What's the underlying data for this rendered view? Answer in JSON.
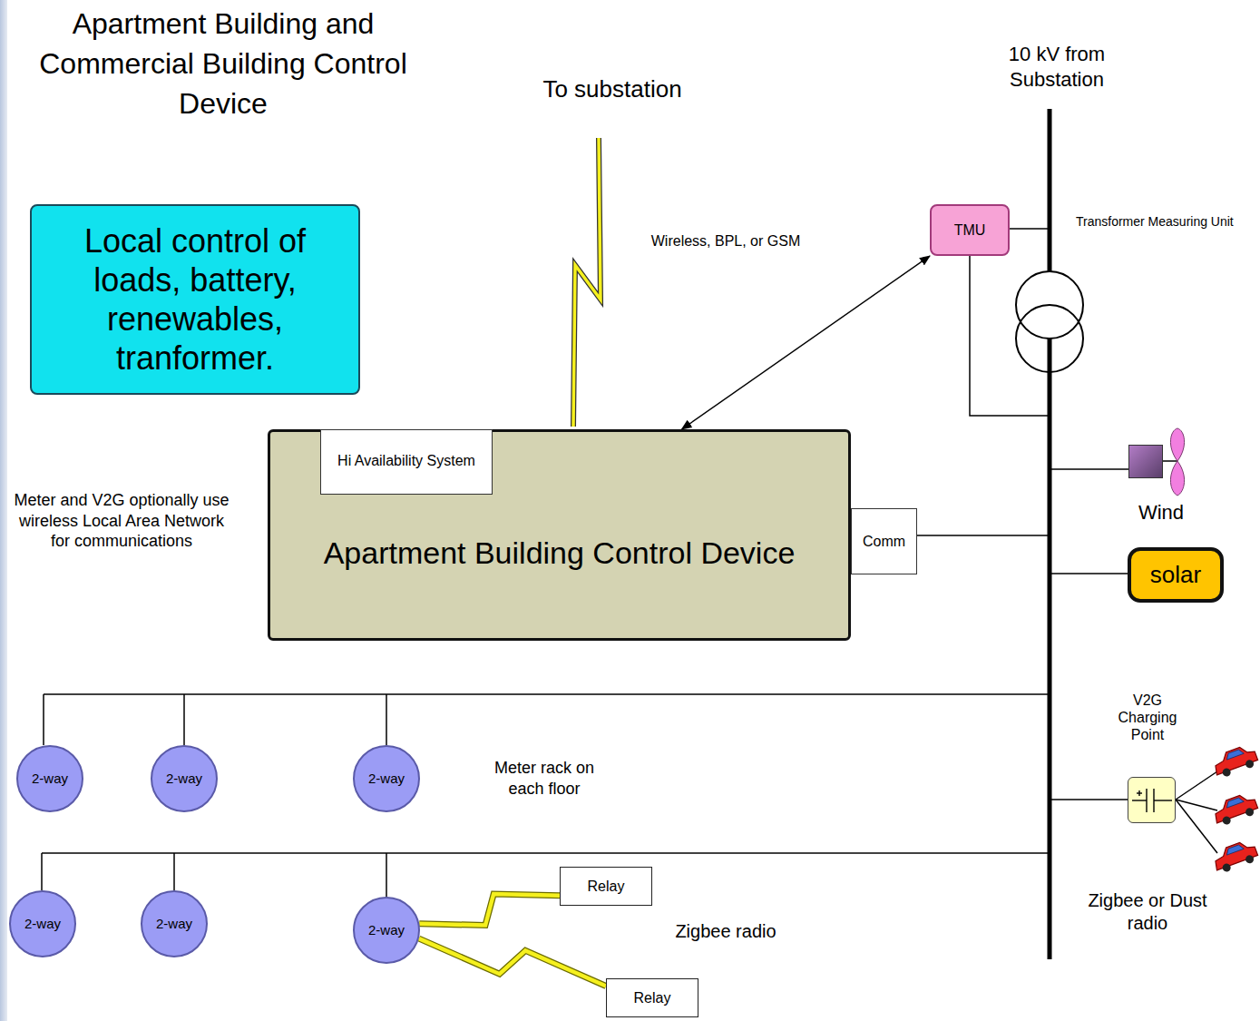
{
  "diagram": {
    "title": "Apartment Building and Commercial Building Control Device",
    "nodes": [
      {
        "text": [
          "Local control of loads, battery, renewables, tranformer."
        ]
      },
      {
        "text": [
          "Apartment Building Control Device"
        ]
      },
      {
        "text": [
          "Hi Availability System"
        ],
        "in": 1
      },
      {
        "text": [
          "Comm"
        ]
      },
      {
        "text": [
          "TMU"
        ]
      },
      {
        "text": [
          "Wind"
        ]
      },
      {
        "text": [
          "solar"
        ]
      },
      {
        "text": [
          "2-way"
        ]
      },
      {
        "text": [
          "2-way"
        ]
      },
      {
        "text": [
          "2-way"
        ]
      },
      {
        "text": [
          "V2G Charging Point"
        ]
      },
      {
        "text": [
          "2-way"
        ]
      },
      {
        "text": [
          "2-way"
        ]
      },
      {
        "text": [
          "2-way"
        ]
      },
      {
        "text": [
          "Relay"
        ]
      },
      {
        "text": [
          "Relay"
        ]
      }
    ],
    "edges": [
      {
        "from": 1,
        "to": 4,
        "arrow": "both"
      },
      {
        "from": 13,
        "to": 14,
        "arrow": "none"
      },
      {
        "from": 13,
        "to": 15,
        "arrow": "none"
      }
    ],
    "labels": [
      "To substation",
      "10 kV from Substation",
      "Wireless, BPL, or GSM",
      "Transformer Measuring Unit",
      "Meter and V2G optionally use wireless Local Area Network for communications",
      "Meter rack on each floor",
      "Zigbee radio",
      "Zigbee or Dust radio"
    ]
  }
}
